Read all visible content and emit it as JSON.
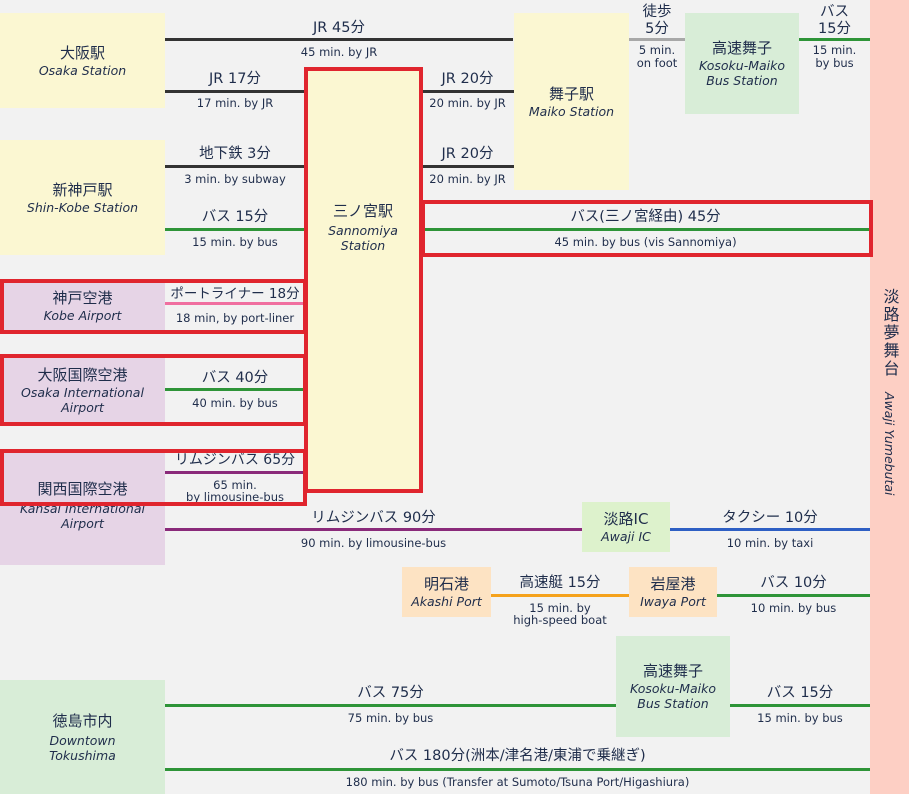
{
  "nodes": {
    "osaka": {
      "jp": "大阪駅",
      "en": "Osaka Station"
    },
    "shinkobe": {
      "jp": "新神戸駅",
      "en": "Shin-Kobe Station"
    },
    "kobe_airport": {
      "jp": "神戸空港",
      "en": "Kobe Airport"
    },
    "itami": {
      "jp": "大阪国際空港",
      "en1": "Osaka International",
      "en2": "Airport"
    },
    "kansai": {
      "jp": "関西国際空港",
      "en1": "Kansai International",
      "en2": "Airport"
    },
    "sannomiya": {
      "jp": "三ノ宮駅",
      "en1": "Sannomiya",
      "en2": "Station"
    },
    "maiko": {
      "jp": "舞子駅",
      "en": "Maiko Station"
    },
    "kosoku_maiko_top": {
      "jp": "高速舞子",
      "en1": "Kosoku-Maiko",
      "en2": "Bus Station"
    },
    "awaji_ic": {
      "jp": "淡路IC",
      "en": "Awaji IC"
    },
    "akashi": {
      "jp": "明石港",
      "en": "Akashi Port"
    },
    "iwaya": {
      "jp": "岩屋港",
      "en": "Iwaya Port"
    },
    "kosoku_maiko_bottom": {
      "jp": "高速舞子",
      "en1": "Kosoku-Maiko",
      "en2": "Bus Station"
    },
    "tokushima": {
      "jp": "徳島市内",
      "en1": "Downtown",
      "en2": "Tokushima"
    },
    "yumebutai": {
      "jp": "淡路夢舞台",
      "en": "Awaji Yumebutai"
    }
  },
  "routes": {
    "osaka_maiko": {
      "jp": "JR 45分",
      "en": "45 min. by JR"
    },
    "osaka_sannomiya": {
      "jp": "JR 17分",
      "en": "17 min. by JR"
    },
    "sannomiya_maiko_top": {
      "jp": "JR 20分",
      "en": "20 min. by JR"
    },
    "sannomiya_maiko_bottom": {
      "jp": "JR 20分",
      "en": "20 min. by JR"
    },
    "maiko_walk": {
      "jp1": "徒歩",
      "jp2": "5分",
      "en1": "5 min.",
      "en2": "on foot"
    },
    "maiko_bus": {
      "jp1": "バス",
      "jp2": "15分",
      "en1": "15 min.",
      "en2": "by bus"
    },
    "shinkobe_subway": {
      "jp": "地下鉄 3分",
      "en": "3 min. by subway"
    },
    "shinkobe_bus": {
      "jp": "バス 15分",
      "en": "15 min. by bus"
    },
    "sannomiya_bus": {
      "jp": "バス(三ノ宮経由) 45分",
      "en": "45 min. by bus (vis Sannomiya)"
    },
    "kobe_airport": {
      "jp": "ポートライナー 18分",
      "en": "18 min, by port-liner"
    },
    "itami": {
      "jp": "バス 40分",
      "en": "40 min. by bus"
    },
    "kansai_sannomiya": {
      "jp": "リムジンバス 65分",
      "en1": "65 min.",
      "en2": "by limousine-bus"
    },
    "kansai_awaji": {
      "jp": "リムジンバス 90分",
      "en": "90 min. by limousine-bus"
    },
    "taxi": {
      "jp": "タクシー 10分",
      "en": "10 min. by taxi"
    },
    "boat": {
      "jp": "高速艇 15分",
      "en1": "15 min. by",
      "en2": "high-speed boat"
    },
    "iwaya_bus": {
      "jp": "バス 10分",
      "en": "10 min. by bus"
    },
    "tokushima_bus75": {
      "jp": "バス 75分",
      "en": "75 min. by bus"
    },
    "maiko_bus15b": {
      "jp": "バス 15分",
      "en": "15 min. by bus"
    },
    "tokushima_bus180": {
      "jp": "バス 180分(洲本/津名港/東浦で乗継ぎ)",
      "en": "180 min. by bus (Transfer at Sumoto/Tsuna Port/Higashiura)"
    }
  },
  "colors": {
    "jr": "#333333",
    "bus": "#2e9438",
    "walk": "#a8a8a8",
    "portliner": "#f06fa0",
    "limousine": "#8a2a7a",
    "taxi": "#2e5fc4",
    "boat": "#f5a21c",
    "highlight": "#e0252e"
  }
}
